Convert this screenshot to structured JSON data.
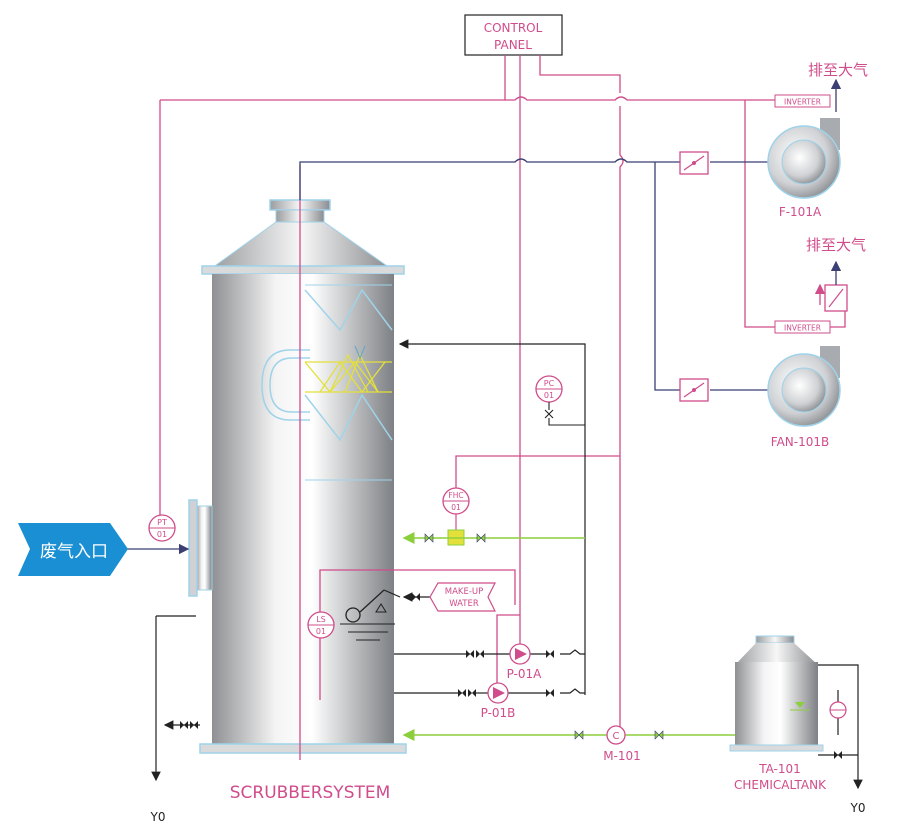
{
  "diagram": {
    "control_panel": {
      "line1": "CONTROL",
      "line2": "PANEL"
    },
    "exhaust_label_top": "排至大气",
    "exhaust_label_bottom": "排至大气",
    "inverter_top": "INVERTER",
    "inverter_bottom": "INVERTER",
    "fan_top": "F-101A",
    "fan_bottom": "FAN-101B",
    "inlet_label": "废气入口",
    "pt": {
      "line1": "PT",
      "line2": "01"
    },
    "pc": {
      "line1": "PC",
      "line2": "01"
    },
    "fhc": {
      "line1": "FHC",
      "line2": "01"
    },
    "ls": {
      "line1": "LS",
      "line2": "01"
    },
    "makeup": {
      "line1": "MAKE-UP",
      "line2": "WATER"
    },
    "pump_a": "P-01A",
    "pump_b": "P-01B",
    "mixer_symbol": "C",
    "mixer": "M-101",
    "tank": {
      "line1": "TA-101",
      "line2": "CHEMICALTANK"
    },
    "system_title": "SCRUBBERSYSTEM",
    "drain_left": "Y0",
    "drain_right": "Y0"
  },
  "colors": {
    "pink": "#d04c8b",
    "navy": "#3b3f73",
    "green": "#8ccf3c",
    "blue_outline": "#9fd3ea",
    "inlet_blue": "#1b8fd3",
    "packing_yellow": "#e4e03a"
  }
}
